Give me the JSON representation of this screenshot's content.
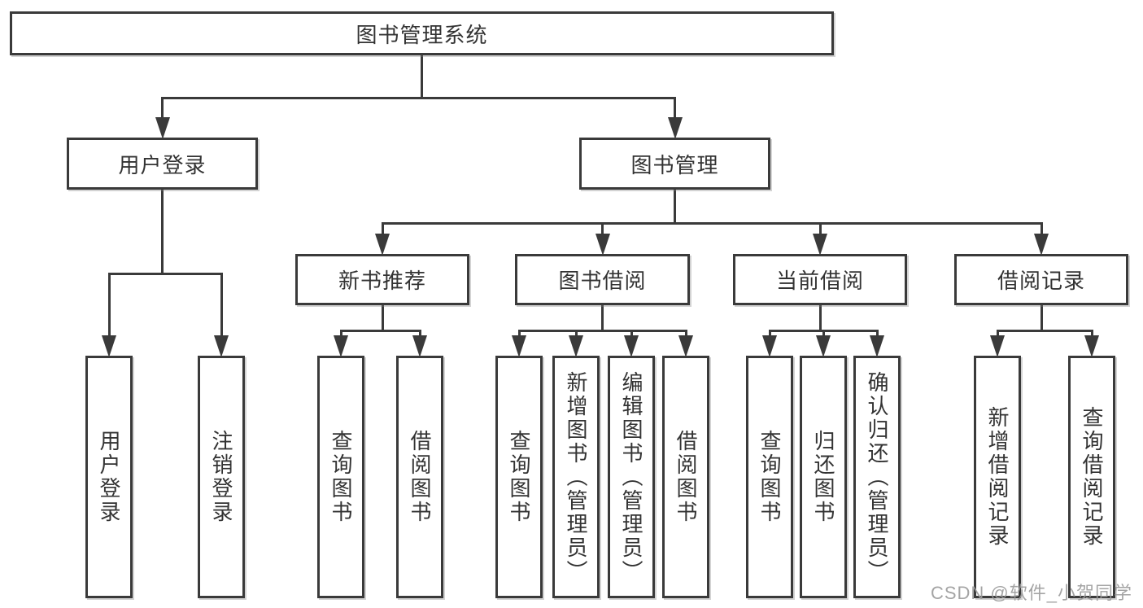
{
  "diagram": {
    "title": "图书管理系统",
    "nodes": [
      {
        "id": "root",
        "label": "图书管理系统"
      },
      {
        "id": "login",
        "label": "用户登录"
      },
      {
        "id": "mgmt",
        "label": "图书管理"
      },
      {
        "id": "rec",
        "label": "新书推荐"
      },
      {
        "id": "borrow",
        "label": "图书借阅"
      },
      {
        "id": "current",
        "label": "当前借阅"
      },
      {
        "id": "records",
        "label": "借阅记录"
      },
      {
        "id": "login-user",
        "label": "用户登录"
      },
      {
        "id": "login-logout",
        "label": "注销登录"
      },
      {
        "id": "rec-query",
        "label": "查询图书"
      },
      {
        "id": "rec-borrow",
        "label": "借阅图书"
      },
      {
        "id": "bor-query",
        "label": "查询图书"
      },
      {
        "id": "bor-add",
        "label": "新增图书（管理员）"
      },
      {
        "id": "bor-edit",
        "label": "编辑图书（管理员）"
      },
      {
        "id": "bor-borrow",
        "label": "借阅图书"
      },
      {
        "id": "cur-query",
        "label": "查询图书"
      },
      {
        "id": "cur-return",
        "label": "归还图书"
      },
      {
        "id": "cur-confirm",
        "label": "确认归还（管理员）"
      },
      {
        "id": "recd-add",
        "label": "新增借阅记录"
      },
      {
        "id": "recd-query",
        "label": "查询借阅记录"
      }
    ],
    "edges": [
      {
        "parent": "root",
        "children": [
          "login",
          "mgmt"
        ]
      },
      {
        "parent": "login",
        "children": [
          "login-user",
          "login-logout"
        ]
      },
      {
        "parent": "mgmt",
        "children": [
          "rec",
          "borrow",
          "current",
          "records"
        ]
      },
      {
        "parent": "rec",
        "children": [
          "rec-query",
          "rec-borrow"
        ]
      },
      {
        "parent": "borrow",
        "children": [
          "bor-query",
          "bor-add",
          "bor-edit",
          "bor-borrow"
        ]
      },
      {
        "parent": "current",
        "children": [
          "cur-query",
          "cur-return",
          "cur-confirm"
        ]
      },
      {
        "parent": "records",
        "children": [
          "recd-add",
          "recd-query"
        ]
      }
    ]
  },
  "watermark": {
    "text": "CSDN @软件_小贺同学"
  },
  "colors": {
    "line": "#3a3a3a",
    "text": "#333333",
    "watermark": "#9b9b9b",
    "background": "#ffffff"
  }
}
